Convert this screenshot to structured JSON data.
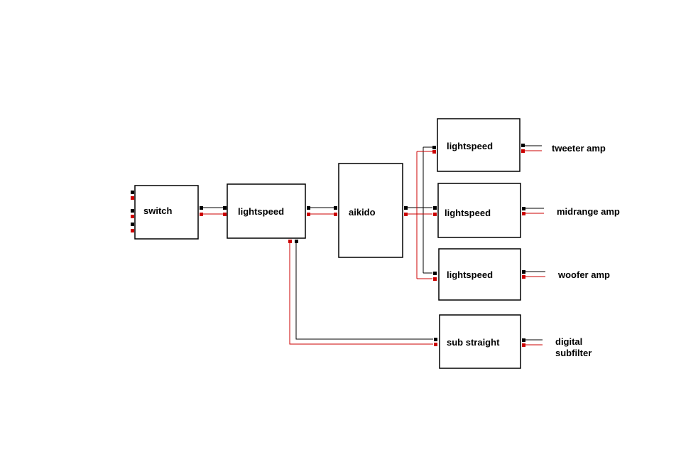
{
  "colors": {
    "background": "#ffffff",
    "outline": "#000000",
    "signal_positive": "#000000",
    "signal_negative": "#cc0000"
  },
  "blocks": {
    "switch": "switch",
    "lightspeed_main": "lightspeed",
    "aikido": "aikido",
    "lightspeed_tweeter": "lightspeed",
    "lightspeed_midrange": "lightspeed",
    "lightspeed_woofer": "lightspeed",
    "sub_straight": "sub straight"
  },
  "outputs": {
    "tweeter": "tweeter amp",
    "midrange": "midrange amp",
    "woofer": "woofer amp",
    "sub_line1": "digital",
    "sub_line2": "subfilter"
  }
}
